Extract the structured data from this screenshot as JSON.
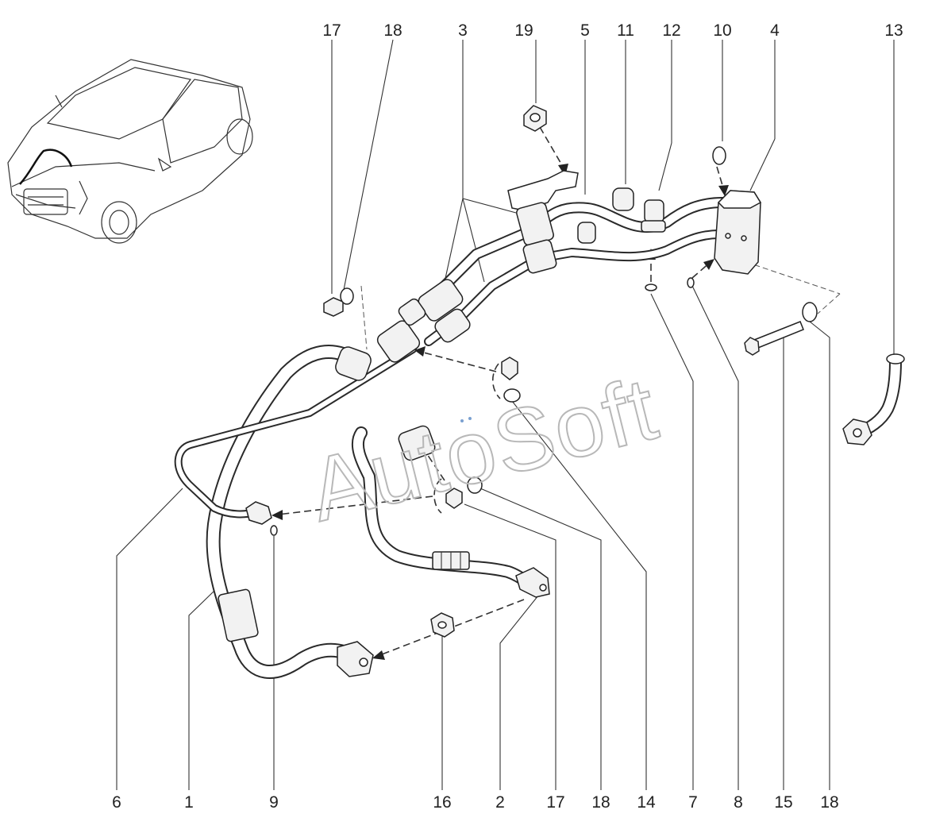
{
  "watermark": "AutoSoft",
  "callouts_top": [
    "17",
    "18",
    "3",
    "19",
    "5",
    "11",
    "12",
    "10",
    "4",
    "13"
  ],
  "callouts_bottom": [
    "6",
    "1",
    "9",
    "16",
    "2",
    "17",
    "18",
    "14",
    "7",
    "8",
    "15",
    "18"
  ],
  "colors": {
    "line": "#222222",
    "watermark": "#b8b8b8",
    "background": "#ffffff"
  }
}
